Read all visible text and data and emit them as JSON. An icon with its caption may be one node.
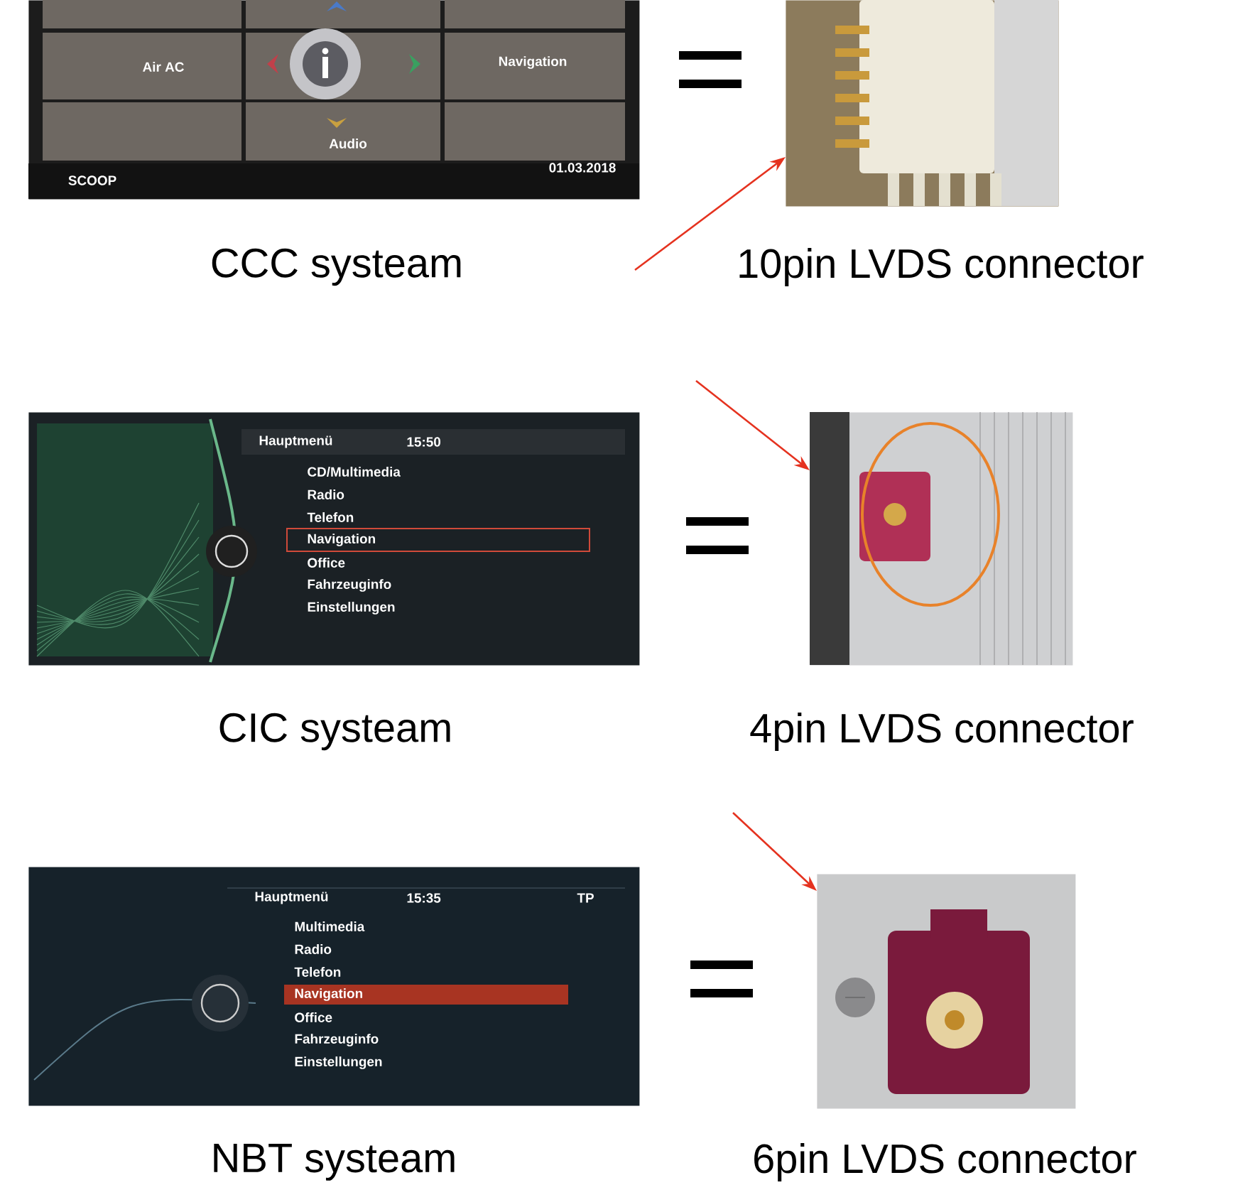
{
  "diagram": {
    "nodes": [
      {
        "text": [
          "Air AC",
          "Navigation",
          "Audio",
          "SCOOP",
          "01.03.2018"
        ],
        "beside": [
          "CCC systeam"
        ]
      },
      {
        "text": [],
        "shape": "picture",
        "beside": [
          "10pin LVDS connector"
        ]
      },
      {
        "text": [
          "Hauptmenü",
          "15:50",
          "CD/Multimedia",
          "Radio",
          "Telefon",
          "Navigation",
          "Office",
          "Fahrzeuginfo",
          "Einstellungen"
        ],
        "beside": [
          "CIC systeam"
        ]
      },
      {
        "text": [],
        "shape": "picture",
        "beside": [
          "4pin LVDS connector"
        ]
      },
      {
        "text": [
          "Hauptmenü",
          "15:35",
          "TP",
          "Multimedia",
          "Radio",
          "Telefon",
          "Navigation",
          "Office",
          "Fahrzeuginfo",
          "Einstellungen"
        ],
        "beside": [
          "NBT systeam"
        ]
      },
      {
        "text": [],
        "shape": "picture",
        "beside": [
          "6pin LVDS connector"
        ]
      }
    ],
    "edges": [
      {
        "from": null,
        "to": 1,
        "arrow": "to"
      },
      {
        "from": null,
        "to": 3,
        "arrow": "to"
      },
      {
        "from": null,
        "to": 5,
        "arrow": "to"
      }
    ]
  }
}
